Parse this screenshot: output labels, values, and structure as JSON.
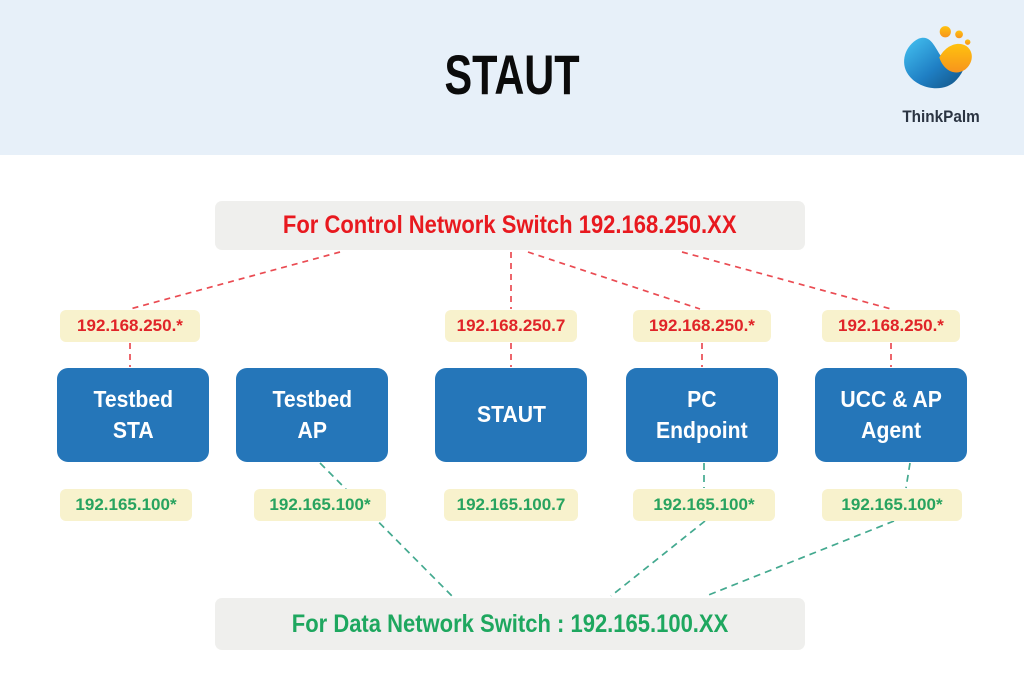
{
  "header": {
    "title": "STAUT",
    "logo_brand": "ThinkPalm"
  },
  "control_banner": {
    "label": "For Control Network Switch 192.168.250.XX"
  },
  "data_banner": {
    "label": "For Data Network Switch : 192.165.100.XX"
  },
  "nodes": [
    {
      "id": "testbed-sta",
      "label": "Testbed\nSTA",
      "control_ip": "192.168.250.*",
      "data_ip": "192.165.100*"
    },
    {
      "id": "testbed-ap",
      "label": "Testbed\nAP",
      "data_ip": "192.165.100*"
    },
    {
      "id": "staut",
      "label": "STAUT",
      "control_ip": "192.168.250.7",
      "data_ip": "192.165.100.7"
    },
    {
      "id": "pc-endpoint",
      "label": "PC\nEndpoint",
      "control_ip": "192.168.250.*",
      "data_ip": "192.165.100*"
    },
    {
      "id": "ucc-ap-agent",
      "label": "UCC & AP\nAgent",
      "control_ip": "192.168.250.*",
      "data_ip": "192.165.100*"
    }
  ],
  "colors": {
    "header_bg": "#e7f0f9",
    "banner_bg": "#efefed",
    "node_blue": "#2576b9",
    "ip_label_bg": "#f8f2cd",
    "control_red": "#e8191f",
    "data_green": "#1ea75f",
    "line_red": "#ea4b52",
    "line_green": "#43a98f",
    "logo_blue": "#1f7fc4",
    "logo_gold": "#f9b233"
  }
}
